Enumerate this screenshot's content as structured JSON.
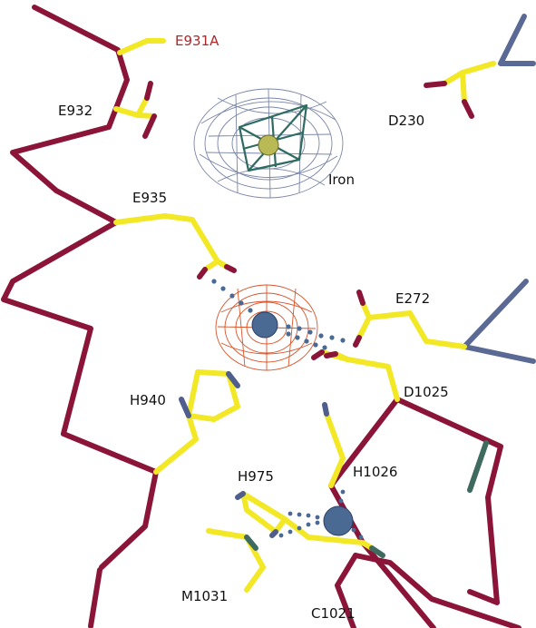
{
  "labels": {
    "e931a": "E931A",
    "e932": "E932",
    "d230": "D230",
    "iron": "Iron",
    "e935": "E935",
    "e272": "E272",
    "d1025": "D1025",
    "h940": "H940",
    "h975": "H975",
    "h1026": "H1026",
    "m1031": "M1031",
    "c1021": "C1021"
  },
  "colors": {
    "backbone_main": "#8b1538",
    "backbone_secondary": "#5a6a94",
    "side_chain_carbon": "#f2e826",
    "oxygen": "#8b1538",
    "nitrogen": "#4f5e8c",
    "sulfur": "#3e6a60",
    "mutant_label": "#b0282a",
    "label": "#111111",
    "iron_density_mesh": "#7a86a8",
    "iron_anomalous_mesh": "#2e6b60",
    "iron_atom": "#b9b956",
    "metal_density_mesh": "#d9542a",
    "metal_ion": "#4a6a94",
    "water": "#4a6a94"
  }
}
